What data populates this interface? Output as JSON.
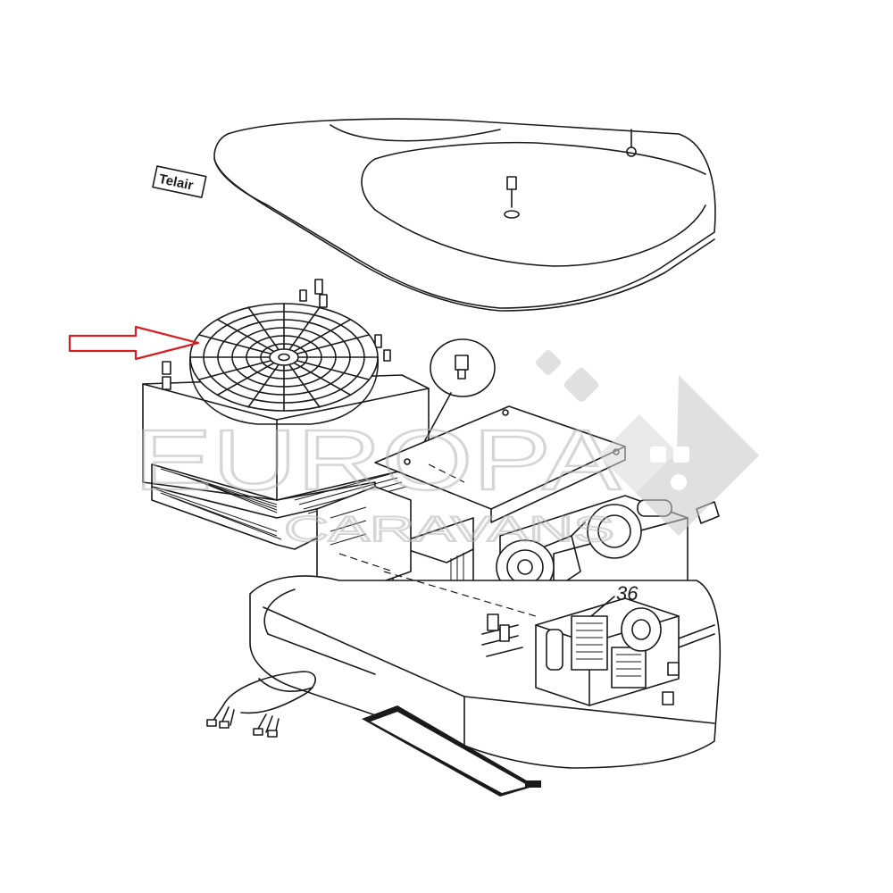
{
  "diagram": {
    "part_callout": "36",
    "logo_text": "Telair"
  },
  "watermark": {
    "brand": "EUROPA",
    "sub": "CARAVANS"
  },
  "colors": {
    "line": "#1a1a1a",
    "arrow": "#d42020",
    "watermark": "#c8c8c8",
    "background": "#ffffff"
  },
  "icons": {
    "pointer": "right-arrow-icon",
    "watermark_logo": "caravan-logo-icon"
  }
}
